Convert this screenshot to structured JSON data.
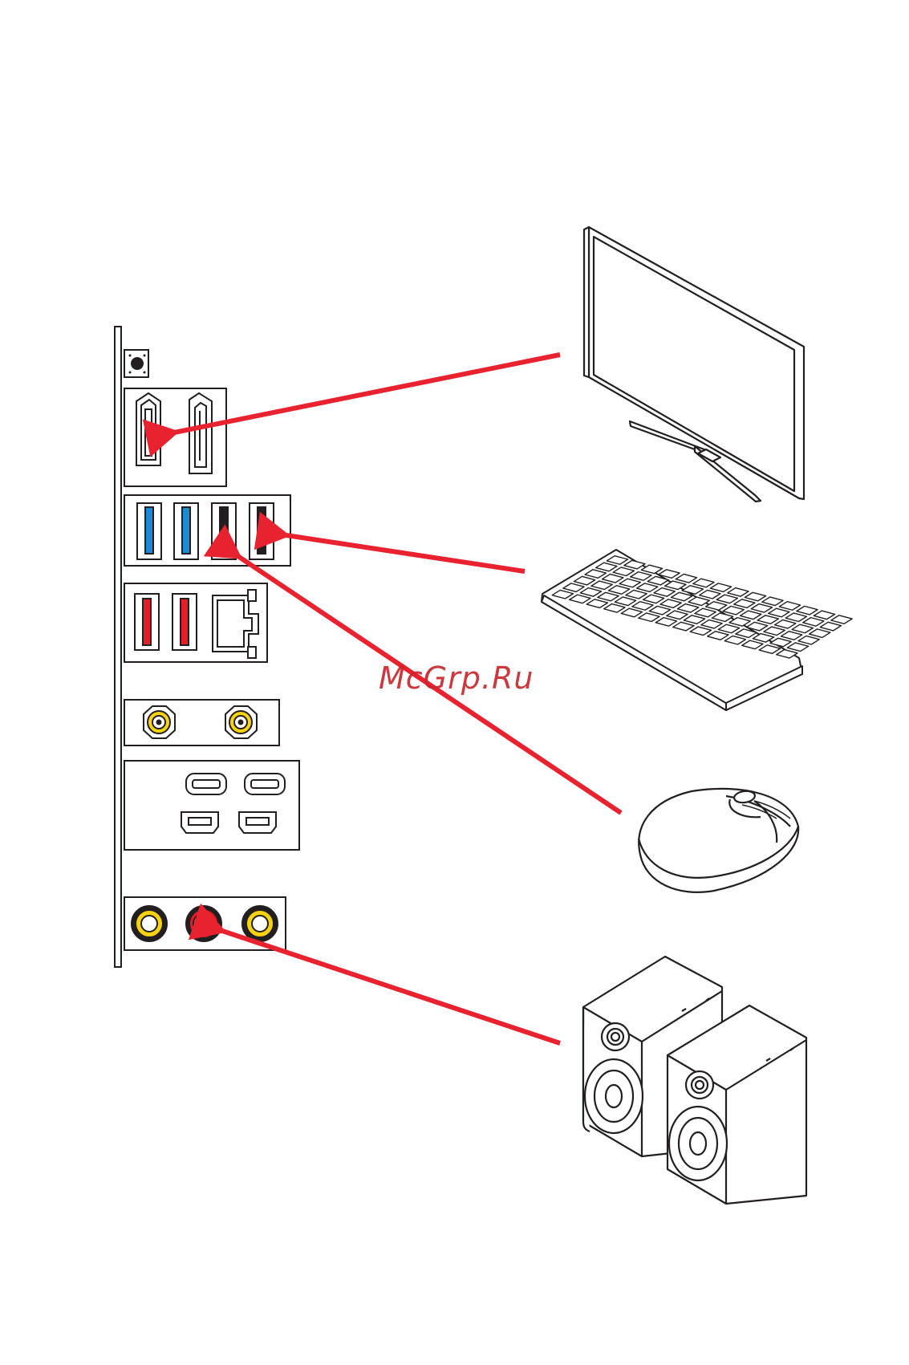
{
  "watermark": {
    "text": "McGrp.Ru"
  },
  "colors": {
    "arrow": "#e8232f",
    "outline": "#231f20",
    "usb_blue": "#1e8ad2",
    "usb_red": "#e21f26",
    "usb_black": "#231f20",
    "gold_connector": "#f7d30f",
    "audio_red": "#e21f26"
  },
  "diagram": {
    "panel": "io-back-panel",
    "devices": [
      "monitor",
      "keyboard",
      "mouse",
      "speakers"
    ],
    "connections": [
      {
        "device": "monitor",
        "port": "hdmi-port"
      },
      {
        "device": "keyboard",
        "port": "usb-black-port-2"
      },
      {
        "device": "mouse",
        "port": "usb-black-port-1"
      },
      {
        "device": "speakers",
        "port": "audio-jack-red"
      }
    ]
  }
}
